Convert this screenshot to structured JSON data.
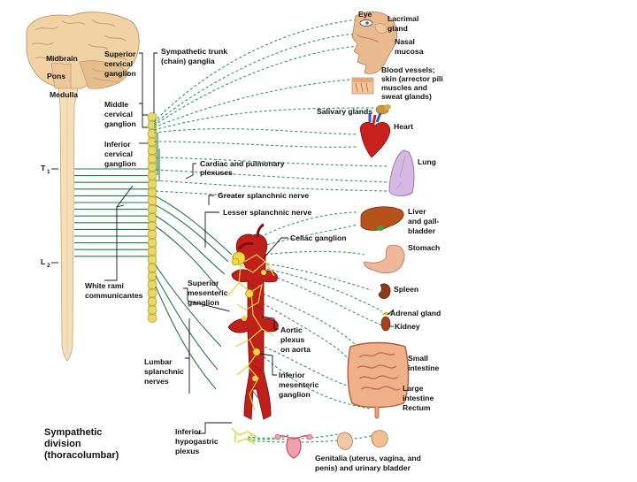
{
  "colors": {
    "brain": "#f1d2a4",
    "spinal_cord": "#f5dfb8",
    "chain_ganglion": "#e8d86a",
    "preganglionic_fiber": "#1f7a46",
    "postganglionic_fiber": "#2e9a5a",
    "aorta": "#c0201c",
    "ganglion_yellow": "#f0d840"
  },
  "title": {
    "line1": "Sympathetic",
    "line2": "division",
    "line3": "(thoracolumbar)"
  },
  "brain_labels": {
    "midbrain": "Midbrain",
    "pons": "Pons",
    "medulla": "Medulla",
    "t1": "T",
    "t1_sub": "1",
    "l2": "L",
    "l2_sub": "2"
  },
  "ganglia_labels": {
    "superior_cervical": [
      "Superior",
      "cervical",
      "ganglion"
    ],
    "middle_cervical": [
      "Middle",
      "cervical",
      "ganglion"
    ],
    "inferior_cervical": [
      "Inferior",
      "cervical",
      "ganglion"
    ],
    "sympathetic_trunk": [
      "Sympathetic trunk",
      "(chain) ganglia"
    ],
    "white_rami": [
      "White rami",
      "communicantes"
    ],
    "cardiac_pulmonary": [
      "Cardiac and pulmonary",
      "plexuses"
    ],
    "greater_splanchnic": "Greater splanchnic nerve",
    "lesser_splanchnic": "Lesser splanchnic nerve",
    "celiac": "Celiac ganglion",
    "superior_mesenteric": [
      "Superior",
      "mesenteric",
      "ganglion"
    ],
    "aortic_plexus": [
      "Aortic",
      "plexus",
      "on aorta"
    ],
    "inferior_mesenteric": [
      "Inferior",
      "mesenteric",
      "ganglion"
    ],
    "lumbar_splanchnic": [
      "Lumbar",
      "splanchnic",
      "nerves"
    ],
    "inferior_hypogastric": [
      "Inferior",
      "hypogastric",
      "plexus"
    ]
  },
  "organ_labels": {
    "eye": "Eye",
    "lacrimal": [
      "Lacrimal",
      "gland"
    ],
    "nasal": [
      "Nasal",
      "mucosa"
    ],
    "blood_vessels": [
      "Blood vessels;",
      "skin (arrector pili",
      "muscles and",
      "sweat glands)"
    ],
    "salivary": "Salivary glands",
    "heart": "Heart",
    "lung": "Lung",
    "liver": [
      "Liver",
      "and gall-",
      "bladder"
    ],
    "stomach": "Stomach",
    "spleen": "Spleen",
    "adrenal": "Adrenal gland",
    "kidney": "Kidney",
    "small_intestine": [
      "Small",
      "intestine"
    ],
    "large_intestine": [
      "Large",
      "intestine"
    ],
    "rectum": "Rectum",
    "genitalia": [
      "Genitalia (uterus, vagina, and",
      "penis) and urinary bladder"
    ]
  }
}
